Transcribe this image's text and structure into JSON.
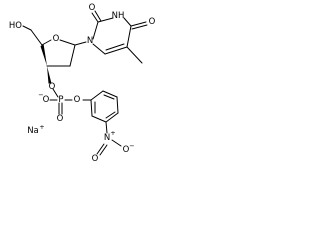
{
  "structure": {
    "atoms": {
      "o_carbonyl_top": "O",
      "nh_imide": "NH",
      "o_carbonyl_right": "O",
      "n_glycosidic": "N",
      "o_ring": "O",
      "ho_hydroxyl": "HO",
      "o_ester_3prime": "O",
      "p_phosphorus": "P",
      "o_phosphoryl": "O",
      "o_phosphate_aryl": "O",
      "o_anion": "O",
      "anion_charge": "−",
      "sodium": "Na",
      "sodium_charge": "+",
      "n_nitro": "N",
      "nitro_charge": "+",
      "o_nitro_1": "O",
      "o_nitro_2": "O",
      "nitro_o_charge": "−"
    }
  }
}
